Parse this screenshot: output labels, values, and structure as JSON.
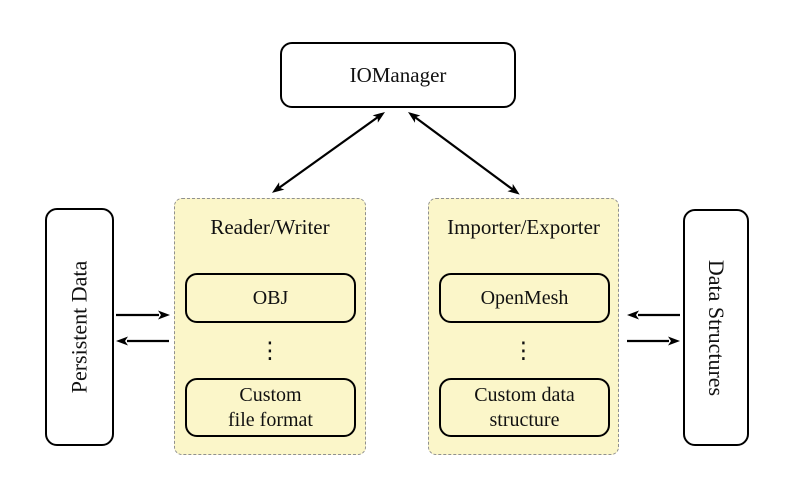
{
  "colors": {
    "background": "#ffffff",
    "container_fill": "#fbf6c9",
    "container_border": "#909090",
    "node_border": "#000000",
    "node_fill": "#ffffff",
    "arrow": "#000000"
  },
  "nodes": {
    "iomanager": "IOManager",
    "persistent_data": "Persistent Data",
    "data_structures": "Data Structures"
  },
  "reader_writer": {
    "title": "Reader/Writer",
    "box1": "OBJ",
    "ellipsis": "⋮",
    "box2_line1": "Custom",
    "box2_line2": "file format"
  },
  "importer_exporter": {
    "title": "Importer/Exporter",
    "box1": "OpenMesh",
    "ellipsis": "⋮",
    "box2_line1": "Custom data",
    "box2_line2": "structure"
  }
}
